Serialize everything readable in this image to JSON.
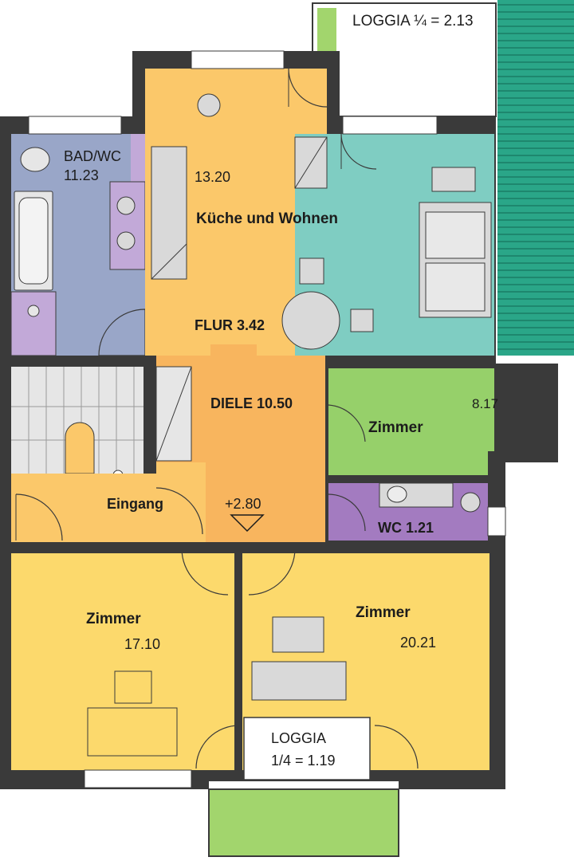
{
  "colors": {
    "wall": "#3a3a3a",
    "bath": "#99a6c8",
    "bath_fixture": "#c2a9d8",
    "kitchen": "#fbc86a",
    "living": "#7fcdc2",
    "hall": "#f8b55e",
    "room_green": "#96d06a",
    "wc": "#a37bc0",
    "stairs": "#e6e6e6",
    "entrance": "#fbc86a",
    "bedroom": "#fcd96c",
    "loggia": "#ffffff",
    "balcony": "#a2d56d",
    "terrace": "#2aa688",
    "furniture": "#d9d9d9"
  },
  "rooms": {
    "loggia_top": {
      "label": "LOGGIA  ¼ = 2.13"
    },
    "bath": {
      "name": "BAD/WC",
      "area": "11.23"
    },
    "kitchen_living": {
      "area": "13.20",
      "name": "Küche und Wohnen"
    },
    "flur": {
      "label": "FLUR 3.42"
    },
    "diele": {
      "label": "DIELE 10.50"
    },
    "room_small": {
      "name": "Zimmer",
      "area": "8.17"
    },
    "eingang": {
      "name": "Eingang"
    },
    "level": {
      "label": "+2.80"
    },
    "wc": {
      "label": "WC 1.21"
    },
    "room_left": {
      "name": "Zimmer",
      "area": "17.10"
    },
    "room_right": {
      "name": "Zimmer",
      "area": "20.21"
    },
    "loggia_bottom": {
      "name": "LOGGIA",
      "area": "1/4 = 1.19"
    }
  }
}
